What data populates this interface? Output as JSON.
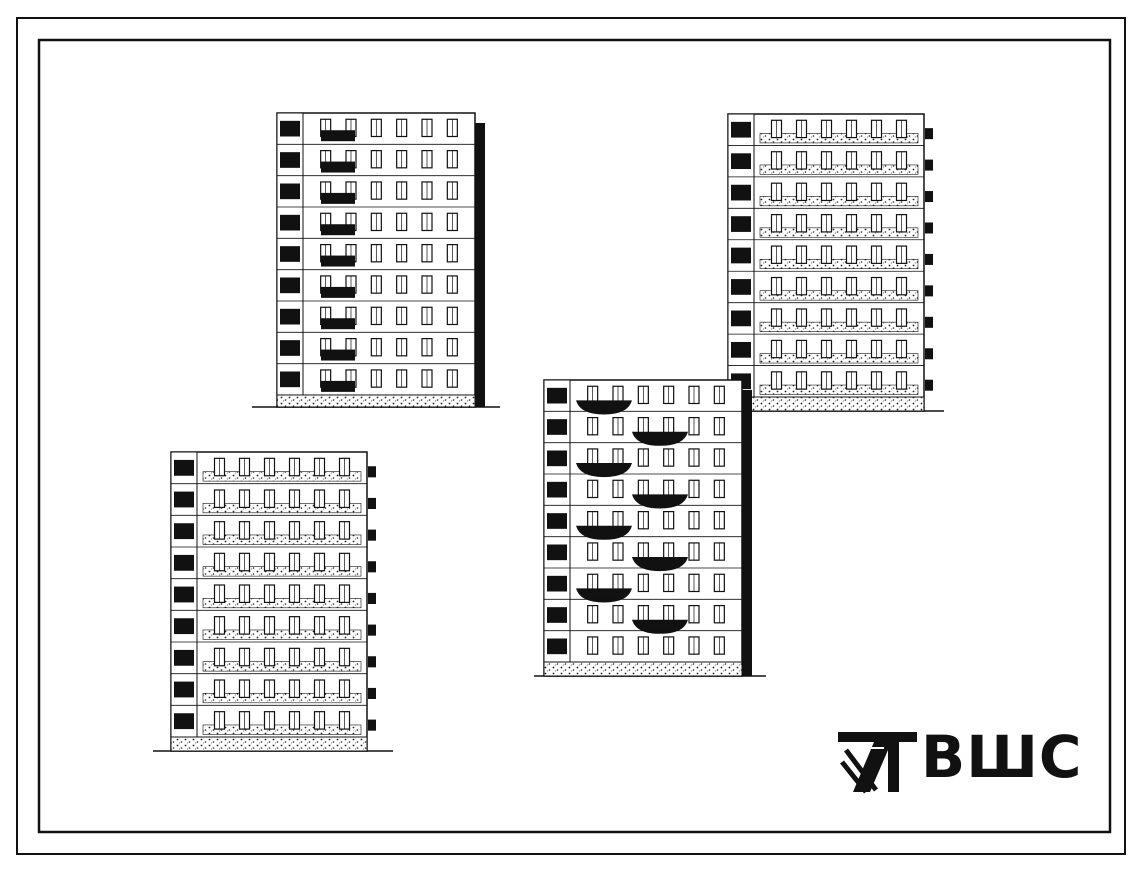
{
  "sheet": {
    "colors": {
      "ink": "#111111",
      "paper": "#ffffff",
      "panel": "#f4f4f4"
    }
  },
  "buildings": [
    {
      "name": "top-left-elevation",
      "floors": 9,
      "windows_per_floor": 6,
      "balcony_style": "stacked-loggias"
    },
    {
      "name": "top-right-elevation",
      "floors": 9,
      "windows_per_floor": 6,
      "balcony_style": "textured-bands"
    },
    {
      "name": "bottom-left-elevation",
      "floors": 9,
      "windows_per_floor": 6,
      "balcony_style": "textured-bands"
    },
    {
      "name": "bottom-center-elevation",
      "floors": 9,
      "windows_per_floor": 6,
      "balcony_style": "projecting-balconies"
    }
  ],
  "logo": {
    "mark_icon": "stamp-mark-icon",
    "text": "BШC"
  }
}
